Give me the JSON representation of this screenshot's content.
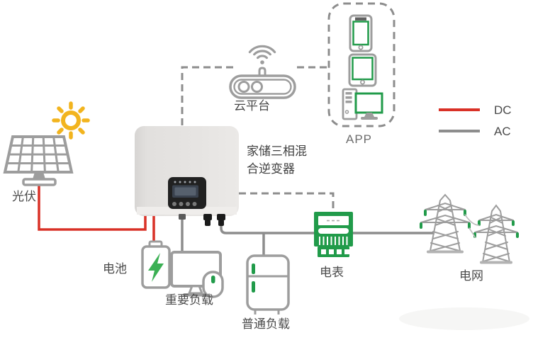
{
  "title": {
    "line1": "家储三相混",
    "line2": "合逆变器"
  },
  "labels": {
    "pv": "光伏",
    "battery": "电池",
    "critical_load": "重要负载",
    "normal_load": "普通负载",
    "meter": "电表",
    "grid": "电网",
    "cloud": "云平台",
    "app": "APP"
  },
  "legend": {
    "dc_label": "DC",
    "ac_label": "AC"
  },
  "colors": {
    "dc_line": "#d93127",
    "ac_line": "#8d8d8d",
    "icon_gray": "#9d9d9d",
    "device_green": "#219b4a",
    "bolt_green": "#3bb054",
    "sun_yellow": "#f2b41e",
    "text": "#4a4a4a",
    "inverter_body": "#e4e2e0"
  },
  "icons": {
    "sun": "sun-icon",
    "solar_panel": "solar-panel-icon",
    "inverter": "inverter-icon",
    "battery": "battery-icon",
    "lightning": "lightning-bolt-icon",
    "monitor_mouse": "monitor-icon / mouse-icon",
    "fridge": "fridge-icon",
    "meter": "energy-meter-icon",
    "towers": "transmission-towers-icon",
    "router_wifi": "router-icon / wifi-icon",
    "phone": "smartphone-icon",
    "tablet": "tablet-icon",
    "desktop": "desktop-pc-icon"
  }
}
